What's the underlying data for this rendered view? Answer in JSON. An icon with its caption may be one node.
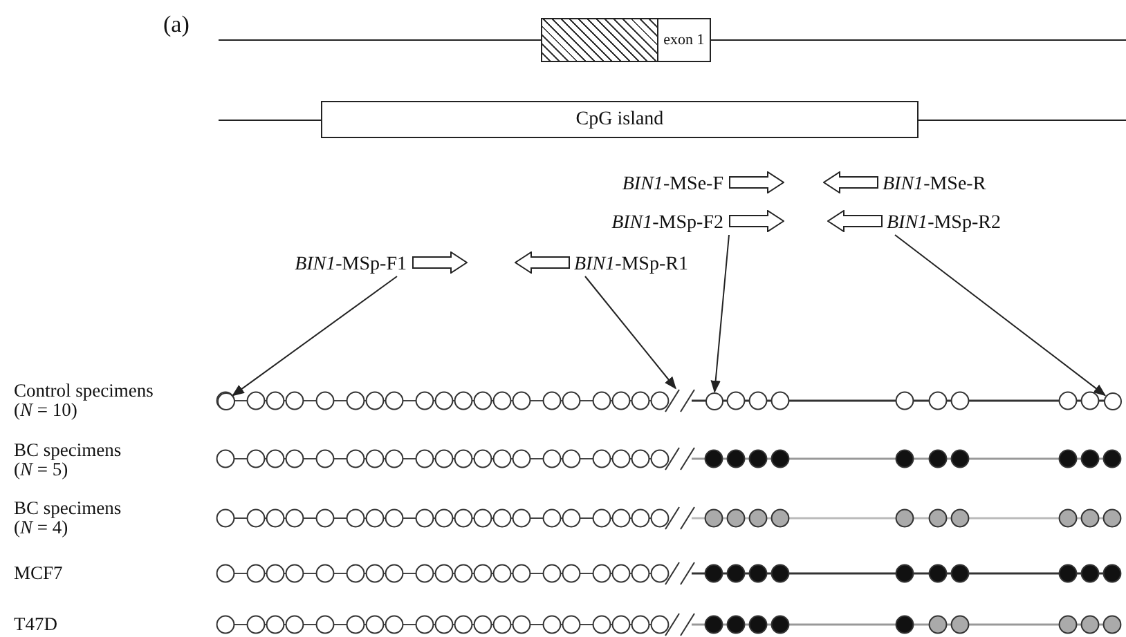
{
  "diagram": {
    "nodes": [
      {
        "text": [],
        "shape": "box"
      },
      {
        "text": [
          "exon 1"
        ]
      },
      {
        "text": [
          "CpG island"
        ]
      },
      {
        "text": [
          "*BIN1*-MSe-F"
        ]
      },
      {
        "text": [
          "*BIN1*-MSe-R"
        ]
      },
      {
        "text": [
          "*BIN1*-MSp-F2"
        ]
      },
      {
        "text": [
          "*BIN1*-MSp-R2"
        ]
      },
      {
        "text": [
          "*BIN1*-MSp-F1"
        ]
      },
      {
        "text": [
          "*BIN1*-MSp-R1"
        ]
      },
      {
        "text": [],
        "shape": "circle"
      },
      {
        "text": [],
        "shape": "bar"
      },
      {
        "text": [],
        "shape": "circle"
      },
      {
        "text": [],
        "shape": "circle"
      }
    ],
    "edges": [
      {
        "from": 7,
        "to": 9,
        "arrow": "to"
      },
      {
        "from": 8,
        "to": 10,
        "arrow": "to"
      },
      {
        "from": 5,
        "to": 11,
        "arrow": "to"
      },
      {
        "from": 6,
        "to": 12,
        "arrow": "to"
      }
    ],
    "labels": [
      "(a)",
      "Control specimens (*N* = 10)",
      "BC specimens (*N* = 5)",
      "BC specimens (*N* = 4)",
      "MCF7",
      "T47D"
    ]
  }
}
